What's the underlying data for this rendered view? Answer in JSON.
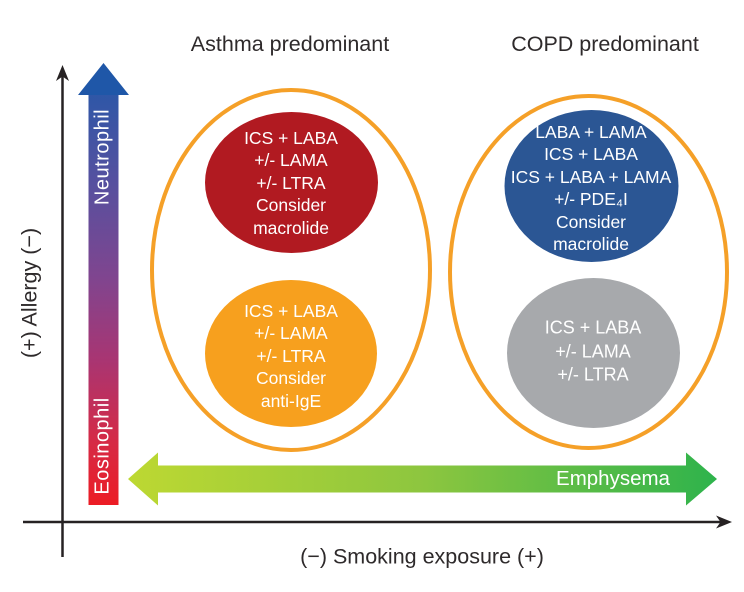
{
  "figure": {
    "description": "Treatment overlap diagram: asthma vs COPD predominant phenotypes plotted against allergy and smoking exposure"
  },
  "headers": {
    "asthma": "Asthma predominant",
    "copd": "COPD predominant"
  },
  "axes": {
    "y_label": "(+) Allergy (−)",
    "x_label": "(−) Smoking exposure (+)"
  },
  "gradient_bar": {
    "top_label": "Neutrophil",
    "bottom_label": "Eosinophil"
  },
  "bottom_arrow": {
    "label": "Emphysema"
  },
  "groups": {
    "asthma": {
      "top_ellipse": {
        "lines": [
          "ICS + LABA",
          "+/- LAMA",
          "+/- LTRA",
          "Consider",
          "macrolide"
        ]
      },
      "bottom_ellipse": {
        "lines": [
          "ICS + LABA",
          "+/- LAMA",
          "+/- LTRA",
          "Consider",
          "anti-IgE"
        ]
      }
    },
    "copd": {
      "top_ellipse": {
        "lines": [
          "LABA + LAMA",
          "ICS + LABA",
          "ICS + LABA + LAMA",
          "+/- PDE₄I",
          "Consider",
          "macrolide"
        ]
      },
      "bottom_ellipse": {
        "lines": [
          "ICS + LABA",
          "+/- LAMA",
          "+/- LTRA"
        ]
      }
    }
  },
  "colors": {
    "red_ellipse": "#b11a21",
    "orange_ellipse": "#f7a01e",
    "outline_orange": "#f5a028",
    "blue_ellipse": "#2b5694",
    "gray_ellipse": "#a7a9ac",
    "axis_black": "#262223",
    "bar_arrowhead_blue": "#1f57a8",
    "bar_gradient": [
      "#2e57a7",
      "#56509f",
      "#80458f",
      "#a93572",
      "#d62a45",
      "#ec1c24"
    ],
    "green_gradient": [
      "#bdd832",
      "#8dc63f",
      "#2eb34c"
    ]
  }
}
